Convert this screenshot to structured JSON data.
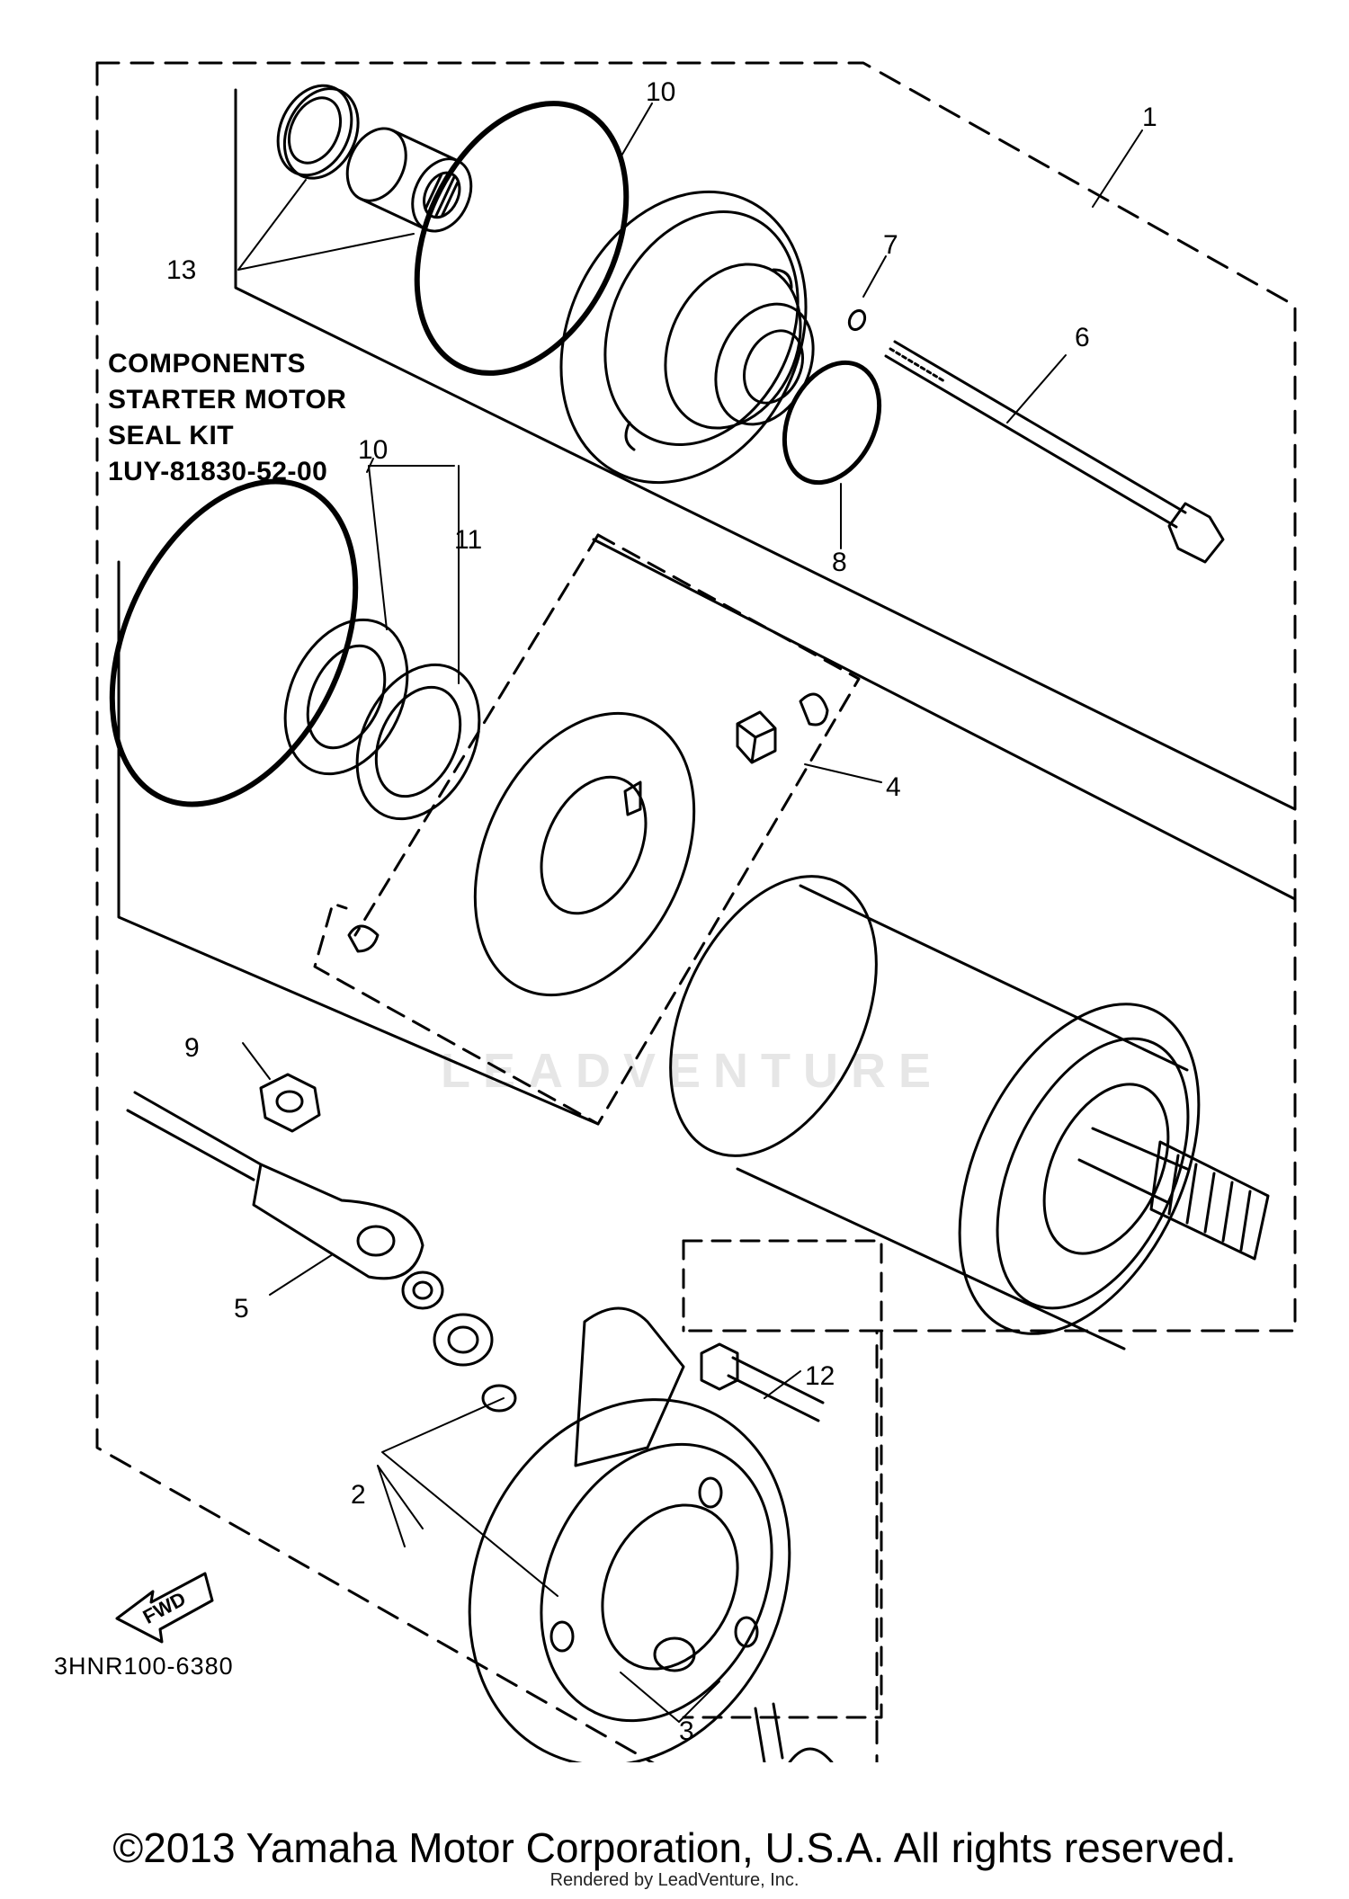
{
  "diagram": {
    "part_labels": {
      "p1": "1",
      "p2": "2",
      "p3": "3",
      "p4": "4",
      "p5": "5",
      "p6": "6",
      "p7": "7",
      "p8": "8",
      "p9": "9",
      "p10_top": "10",
      "p10_left": "10",
      "p11": "11",
      "p12": "12",
      "p13": "13"
    },
    "kit_note": {
      "line1": "COMPONENTS",
      "line2": "STARTER MOTOR",
      "line3": "SEAL KIT",
      "line4": "1UY-81830-52-00"
    },
    "fwd_label": "FWD",
    "figure_code": "3HNR100-6380",
    "watermark": "LEADVENTURE"
  },
  "footer": {
    "copyright": "©2013 Yamaha Motor Corporation, U.S.A. All rights reserved.",
    "rendered_by": "Rendered by LeadVenture, Inc."
  }
}
